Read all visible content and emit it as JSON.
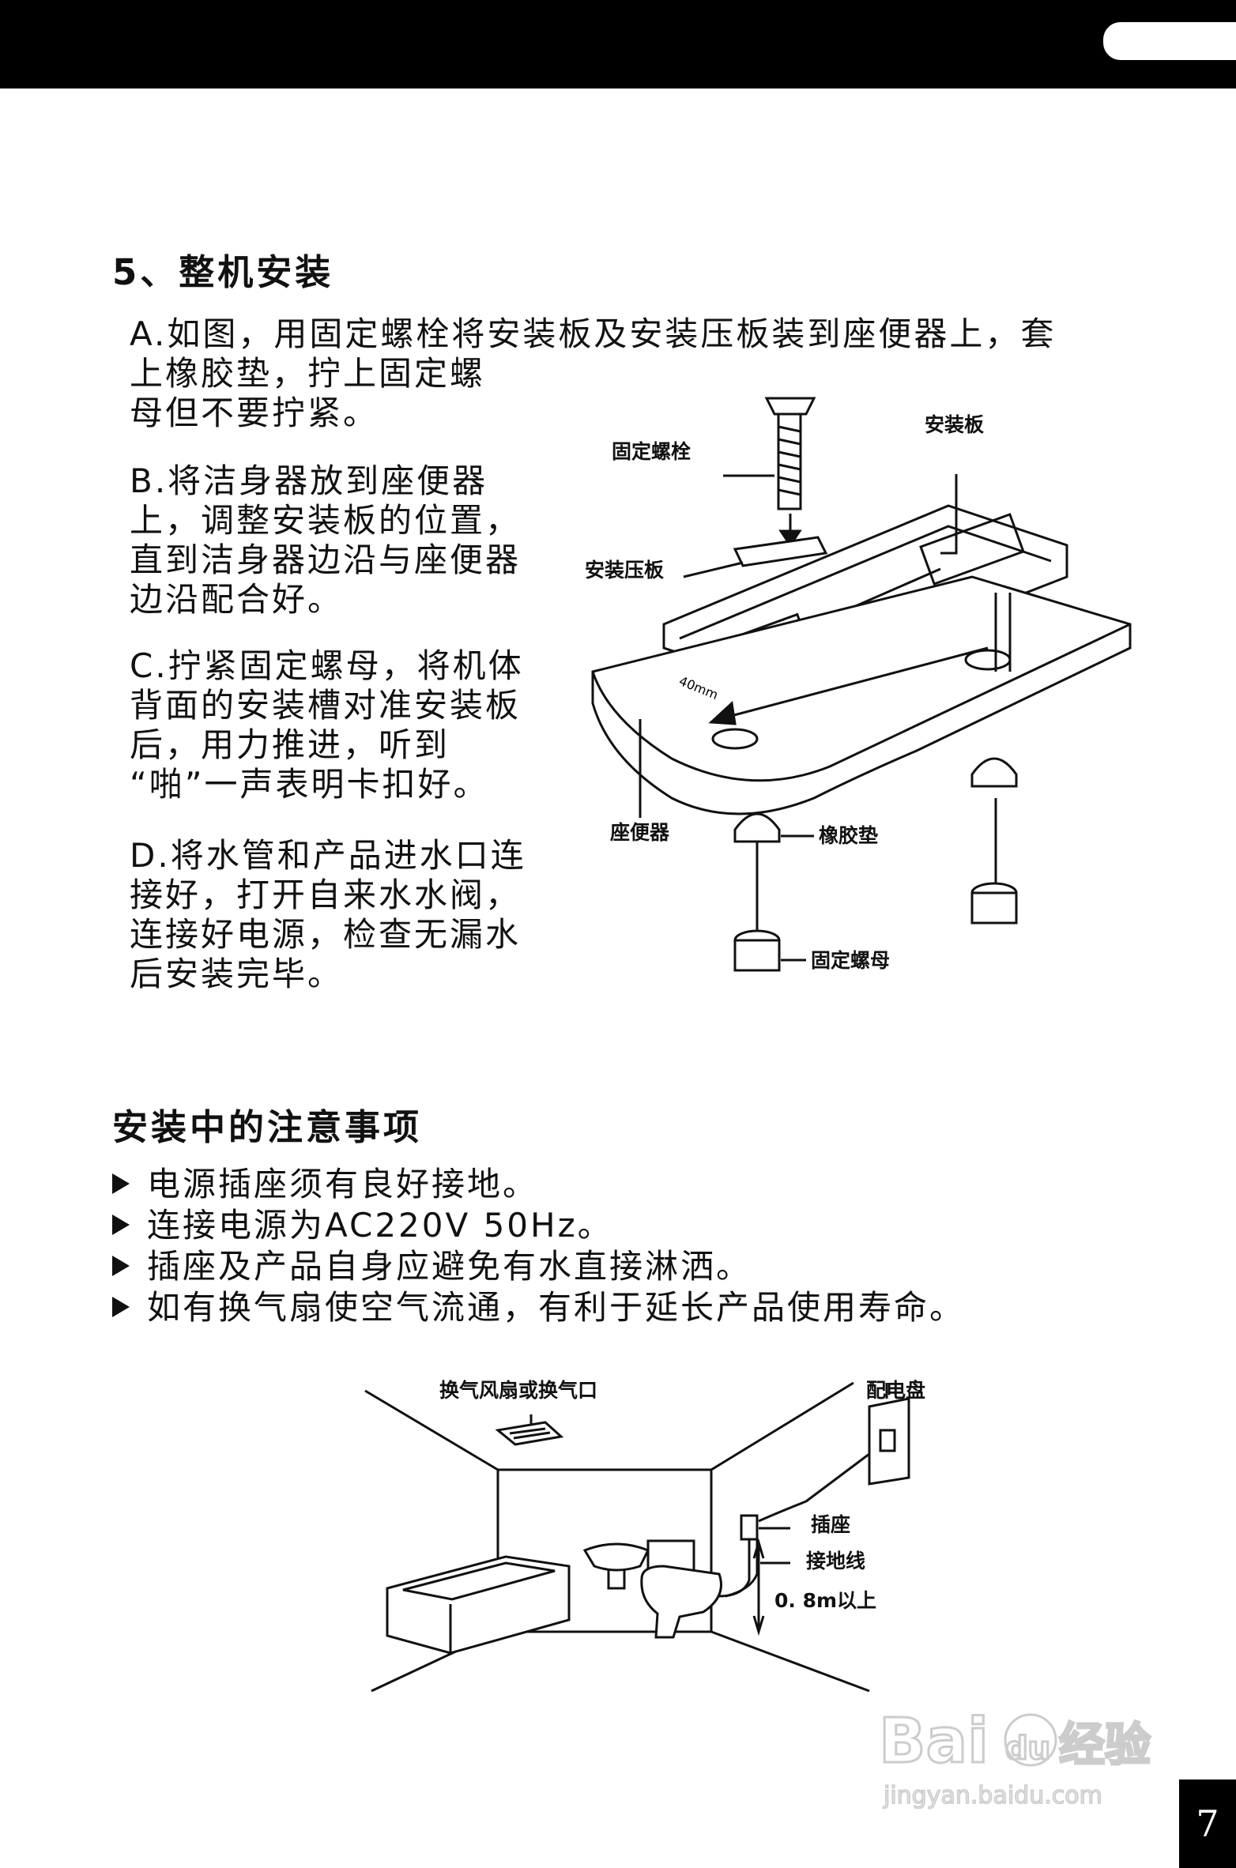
{
  "section": {
    "title": "5、整机安装",
    "paragraphs": {
      "a": "A.如图，用固定螺栓将安装板及安装压板装到座便器上，套\n上橡胶垫，拧上固定螺\n母但不要拧紧。",
      "b": "B.将洁身器放到座便器\n上，调整安装板的位置，\n直到洁身器边沿与座便器\n边沿配合好。",
      "c": "C.拧紧固定螺母，将机体\n背面的安装槽对准安装板\n后，用力推进，听到\n“啪”一声表明卡扣好。",
      "d": "D.将水管和产品进水口连\n接好，打开自来水水阀，\n连接好电源，检查无漏水\n后安装完毕。"
    }
  },
  "diagram1": {
    "labels": {
      "bolt": "固定螺栓",
      "plate": "安装板",
      "press_plate": "安装压板",
      "toilet": "座便器",
      "rubber_pad": "橡胶垫",
      "nut": "固定螺母",
      "dimension": "40mm"
    }
  },
  "notes": {
    "title": "安装中的注意事项",
    "items": [
      "电源插座须有良好接地。",
      "连接电源为AC220V 50Hz。",
      "插座及产品自身应避免有水直接淋洒。",
      "如有换气扇使空气流通，有利于延长产品使用寿命。"
    ]
  },
  "diagram2": {
    "labels": {
      "fan": "换气风扇或换气口",
      "panel": "配电盘",
      "socket": "插座",
      "ground": "接地线",
      "height": "0. 8m以上"
    }
  },
  "page_number": "7",
  "watermark": {
    "brand": "Bai",
    "brand2": "du",
    "cn": "经验",
    "url": "jingyan.baidu.com"
  }
}
